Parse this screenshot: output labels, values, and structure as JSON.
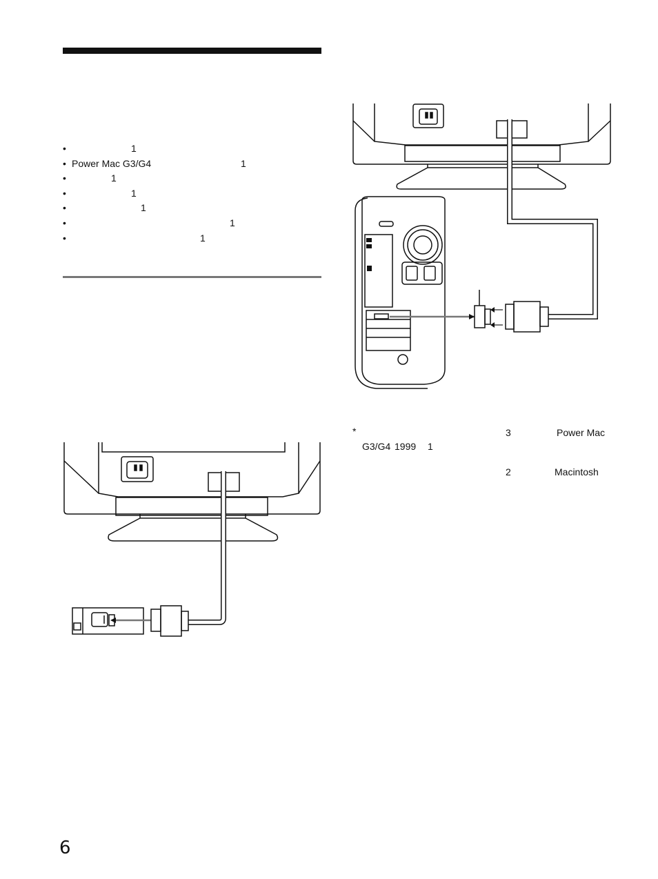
{
  "accessories": [
    {
      "bullet": "•",
      "text": "",
      "count": "1"
    },
    {
      "bullet": "•",
      "text": "Power Mac G3/G4",
      "count": "1"
    },
    {
      "bullet": "•",
      "text": "",
      "count": "1"
    },
    {
      "bullet": "•",
      "text": "",
      "count": "1"
    },
    {
      "bullet": "•",
      "text": "",
      "count": "1"
    },
    {
      "bullet": "•",
      "text": "",
      "count": "1"
    },
    {
      "bullet": "•",
      "text": "",
      "count": "1"
    }
  ],
  "note": {
    "asterisk": "*",
    "num_a": "3",
    "model_a": "Power Mac",
    "model_b": "G3/G4",
    "year": "1999",
    "num_b": "1",
    "num_c": "2",
    "brand": "Macintosh"
  },
  "page_number": "6"
}
